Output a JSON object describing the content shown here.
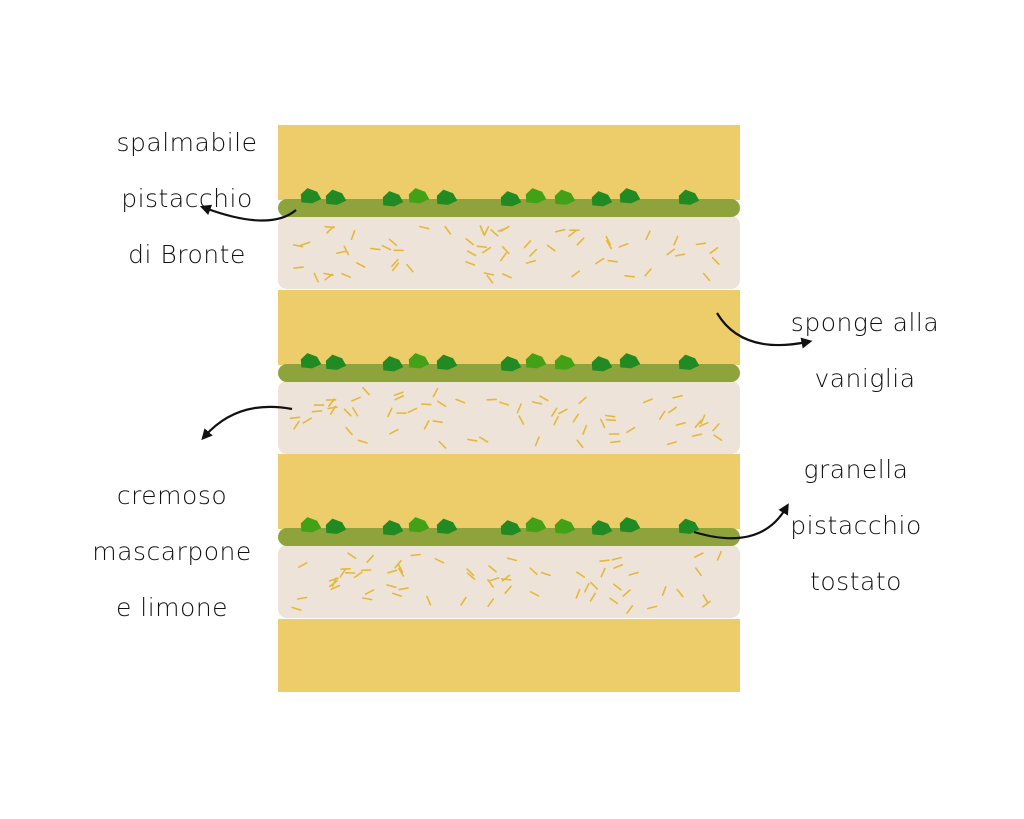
{
  "labels": {
    "spalmabile": [
      "spalmabile",
      "pistacchio",
      "di Bronte"
    ],
    "sponge": [
      "sponge alla",
      "vaniglia"
    ],
    "cremoso": [
      "cremoso",
      "mascarpone",
      "e limone"
    ],
    "granella": [
      "granella",
      "pistacchio",
      "tostato"
    ]
  },
  "colors": {
    "sponge": "#eccd6a",
    "pistachio_spread": "#8fa33d",
    "cream": "#ede3d8",
    "cream_specks": "#e4b93a",
    "pistachio_dark": "#228a22",
    "pistachio_light": "#43a117",
    "arrow": "#111111"
  }
}
